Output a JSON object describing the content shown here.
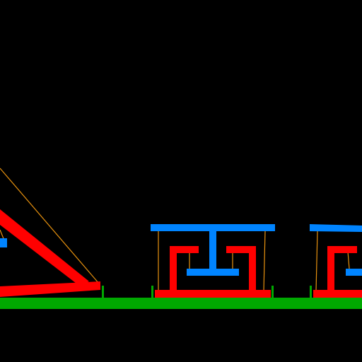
{
  "colors": {
    "background": "#000000",
    "ground": "#00a800",
    "beam_red": "#ff0000",
    "beam_blue": "#0084ff",
    "rope": "#e8920f",
    "stake": "#00a800"
  },
  "scene": {
    "ground": {},
    "structures": [
      {
        "type": "ramp"
      },
      {
        "type": "frame"
      },
      {
        "type": "frame"
      }
    ]
  }
}
